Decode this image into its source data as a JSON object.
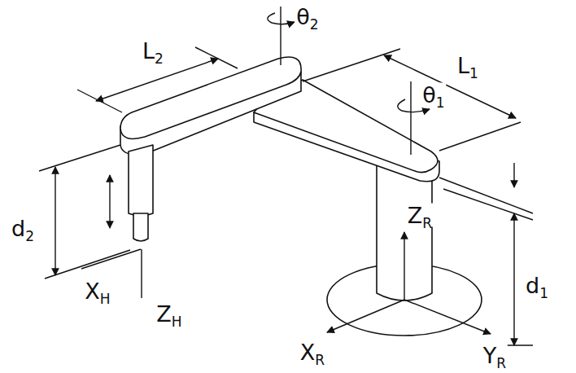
{
  "diagram": {
    "labels": [
      "L2",
      "θ2",
      "θ1",
      "L1",
      "d2",
      "ZR",
      "d1",
      "XH",
      "ZH",
      "XR",
      "YR"
    ]
  }
}
